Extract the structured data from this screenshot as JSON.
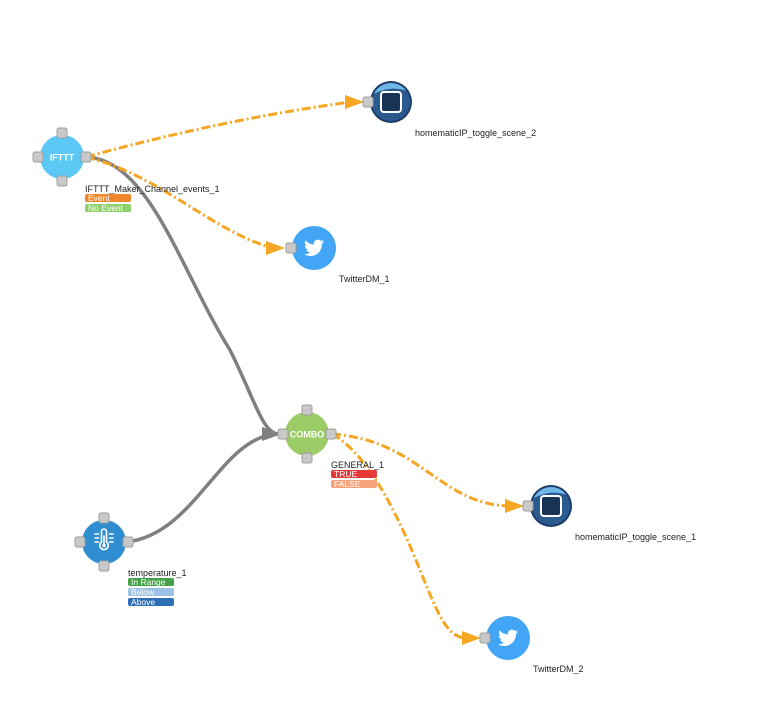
{
  "colors": {
    "ifttt": "#5bc8f5",
    "combo": "#9ccc65",
    "temperature": "#2f8ed0",
    "twitter": "#42a5f5",
    "homematic": "#1e3d6a",
    "port": "#c8c8c8",
    "solid_edge": "#808080",
    "dashed_edge": "#f5a623"
  },
  "nodes": {
    "ifttt": {
      "icon_text": "IFTTT",
      "label": "IFTTT_Maker_Channel_events_1",
      "tags": [
        {
          "text": "Event",
          "color": "#f0882b"
        },
        {
          "text": "No Event",
          "color": "#8fd16a"
        }
      ]
    },
    "combo": {
      "icon_text": "COMBO",
      "label": "GENERAL_1",
      "tags": [
        {
          "text": "TRUE",
          "color": "#e53935"
        },
        {
          "text": "FALSE",
          "color": "#f5a27a"
        }
      ]
    },
    "temperature": {
      "icon": "thermometer-icon",
      "label": "temperature_1",
      "tags": [
        {
          "text": "In Range",
          "color": "#43a047"
        },
        {
          "text": "Below",
          "color": "#9ec1e6"
        },
        {
          "text": "Above",
          "color": "#2f6fb5"
        }
      ]
    },
    "homematic2": {
      "icon": "homematic-icon",
      "label": "homematicIP_toggle_scene_2"
    },
    "twitter1": {
      "icon": "twitter-bird-icon",
      "label": "TwitterDM_1"
    },
    "homematic1": {
      "icon": "homematic-icon",
      "label": "homematicIP_toggle_scene_1"
    },
    "twitter2": {
      "icon": "twitter-bird-icon",
      "label": "TwitterDM_2"
    }
  }
}
